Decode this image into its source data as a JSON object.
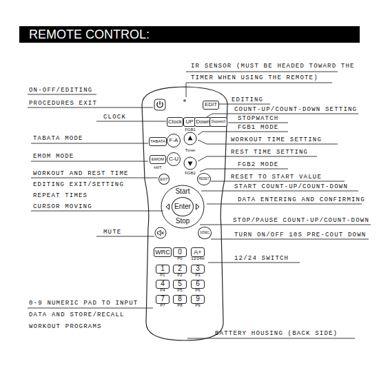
{
  "diagram": {
    "title": "REMOTE CONTROL:",
    "nodes": [
      {
        "text": [
          "EDIT"
        ]
      },
      {
        "text": [
          "Clock"
        ]
      },
      {
        "text": [
          "UP"
        ]
      },
      {
        "text": [
          "Down"
        ]
      },
      {
        "text": [
          "Stopwatch"
        ]
      },
      {
        "text": [
          "TABATA"
        ]
      },
      {
        "text": [
          "F-A"
        ]
      },
      {
        "text": [
          "C-U"
        ]
      },
      {
        "text": [
          "EMOM"
        ]
      },
      {
        "text": [
          "EXIT"
        ]
      },
      {
        "text": [
          "RESET"
        ]
      },
      {
        "text": [
          "Enter"
        ]
      },
      {
        "text": [
          "10SEC"
        ]
      },
      {
        "text": [
          "WRC"
        ]
      },
      {
        "text": [
          "0",
          "P0"
        ]
      },
      {
        "text": [
          "A+",
          "12/24H"
        ]
      },
      {
        "text": [
          "1",
          "P1"
        ]
      },
      {
        "text": [
          "2",
          "P2"
        ]
      },
      {
        "text": [
          "3",
          "P3"
        ]
      },
      {
        "text": [
          "4",
          "P4"
        ]
      },
      {
        "text": [
          "5",
          "P5"
        ]
      },
      {
        "text": [
          "6",
          "P6"
        ]
      },
      {
        "text": [
          "7",
          "P7"
        ]
      },
      {
        "text": [
          "8",
          "P8"
        ]
      },
      {
        "text": [
          "9",
          "P9"
        ]
      }
    ],
    "labels": [
      "IR SENSOR (MUST BE HEADED TOWARD THE TIMER WHEN USING THE REMOTE)",
      "ON-OFF/EDITING PROCEDURES EXIT",
      "EDITING",
      "COUNT-UP/COUNT-DOWN SETTING",
      "CLOCK",
      "STOPWATCH",
      "FGB1",
      "FGB1 MODE",
      "TABATA MODE",
      "WORKOUT TIME SETTING",
      "Timer",
      "EMOM MODE",
      "REST TIME SETTING",
      "FGB2",
      "FGB2 MODE",
      "HIIT",
      "WORKOUT AND REST TIME EDITING EXIT/SETTING REPEAT TIMES",
      "RESET TO START VALUE",
      "Start",
      "START COUNT-UP/COUNT-DOWN",
      "CURSOR MOVING",
      "DATA ENTERING AND CONFIRMING",
      "Stop",
      "STOP/PAUSE COUNT-UP/COUNT-DOWN",
      "MUTE",
      "TURN ON/OFF 10S PRE-COUT DOWN",
      "12/24 SWITCH",
      "0-9 NUMERIC PAD TO INPUT DATA AND STORE/RECALL WORKOUT PROGRAMS",
      "BATTERY HOUSING (BACK SIDE)"
    ]
  }
}
